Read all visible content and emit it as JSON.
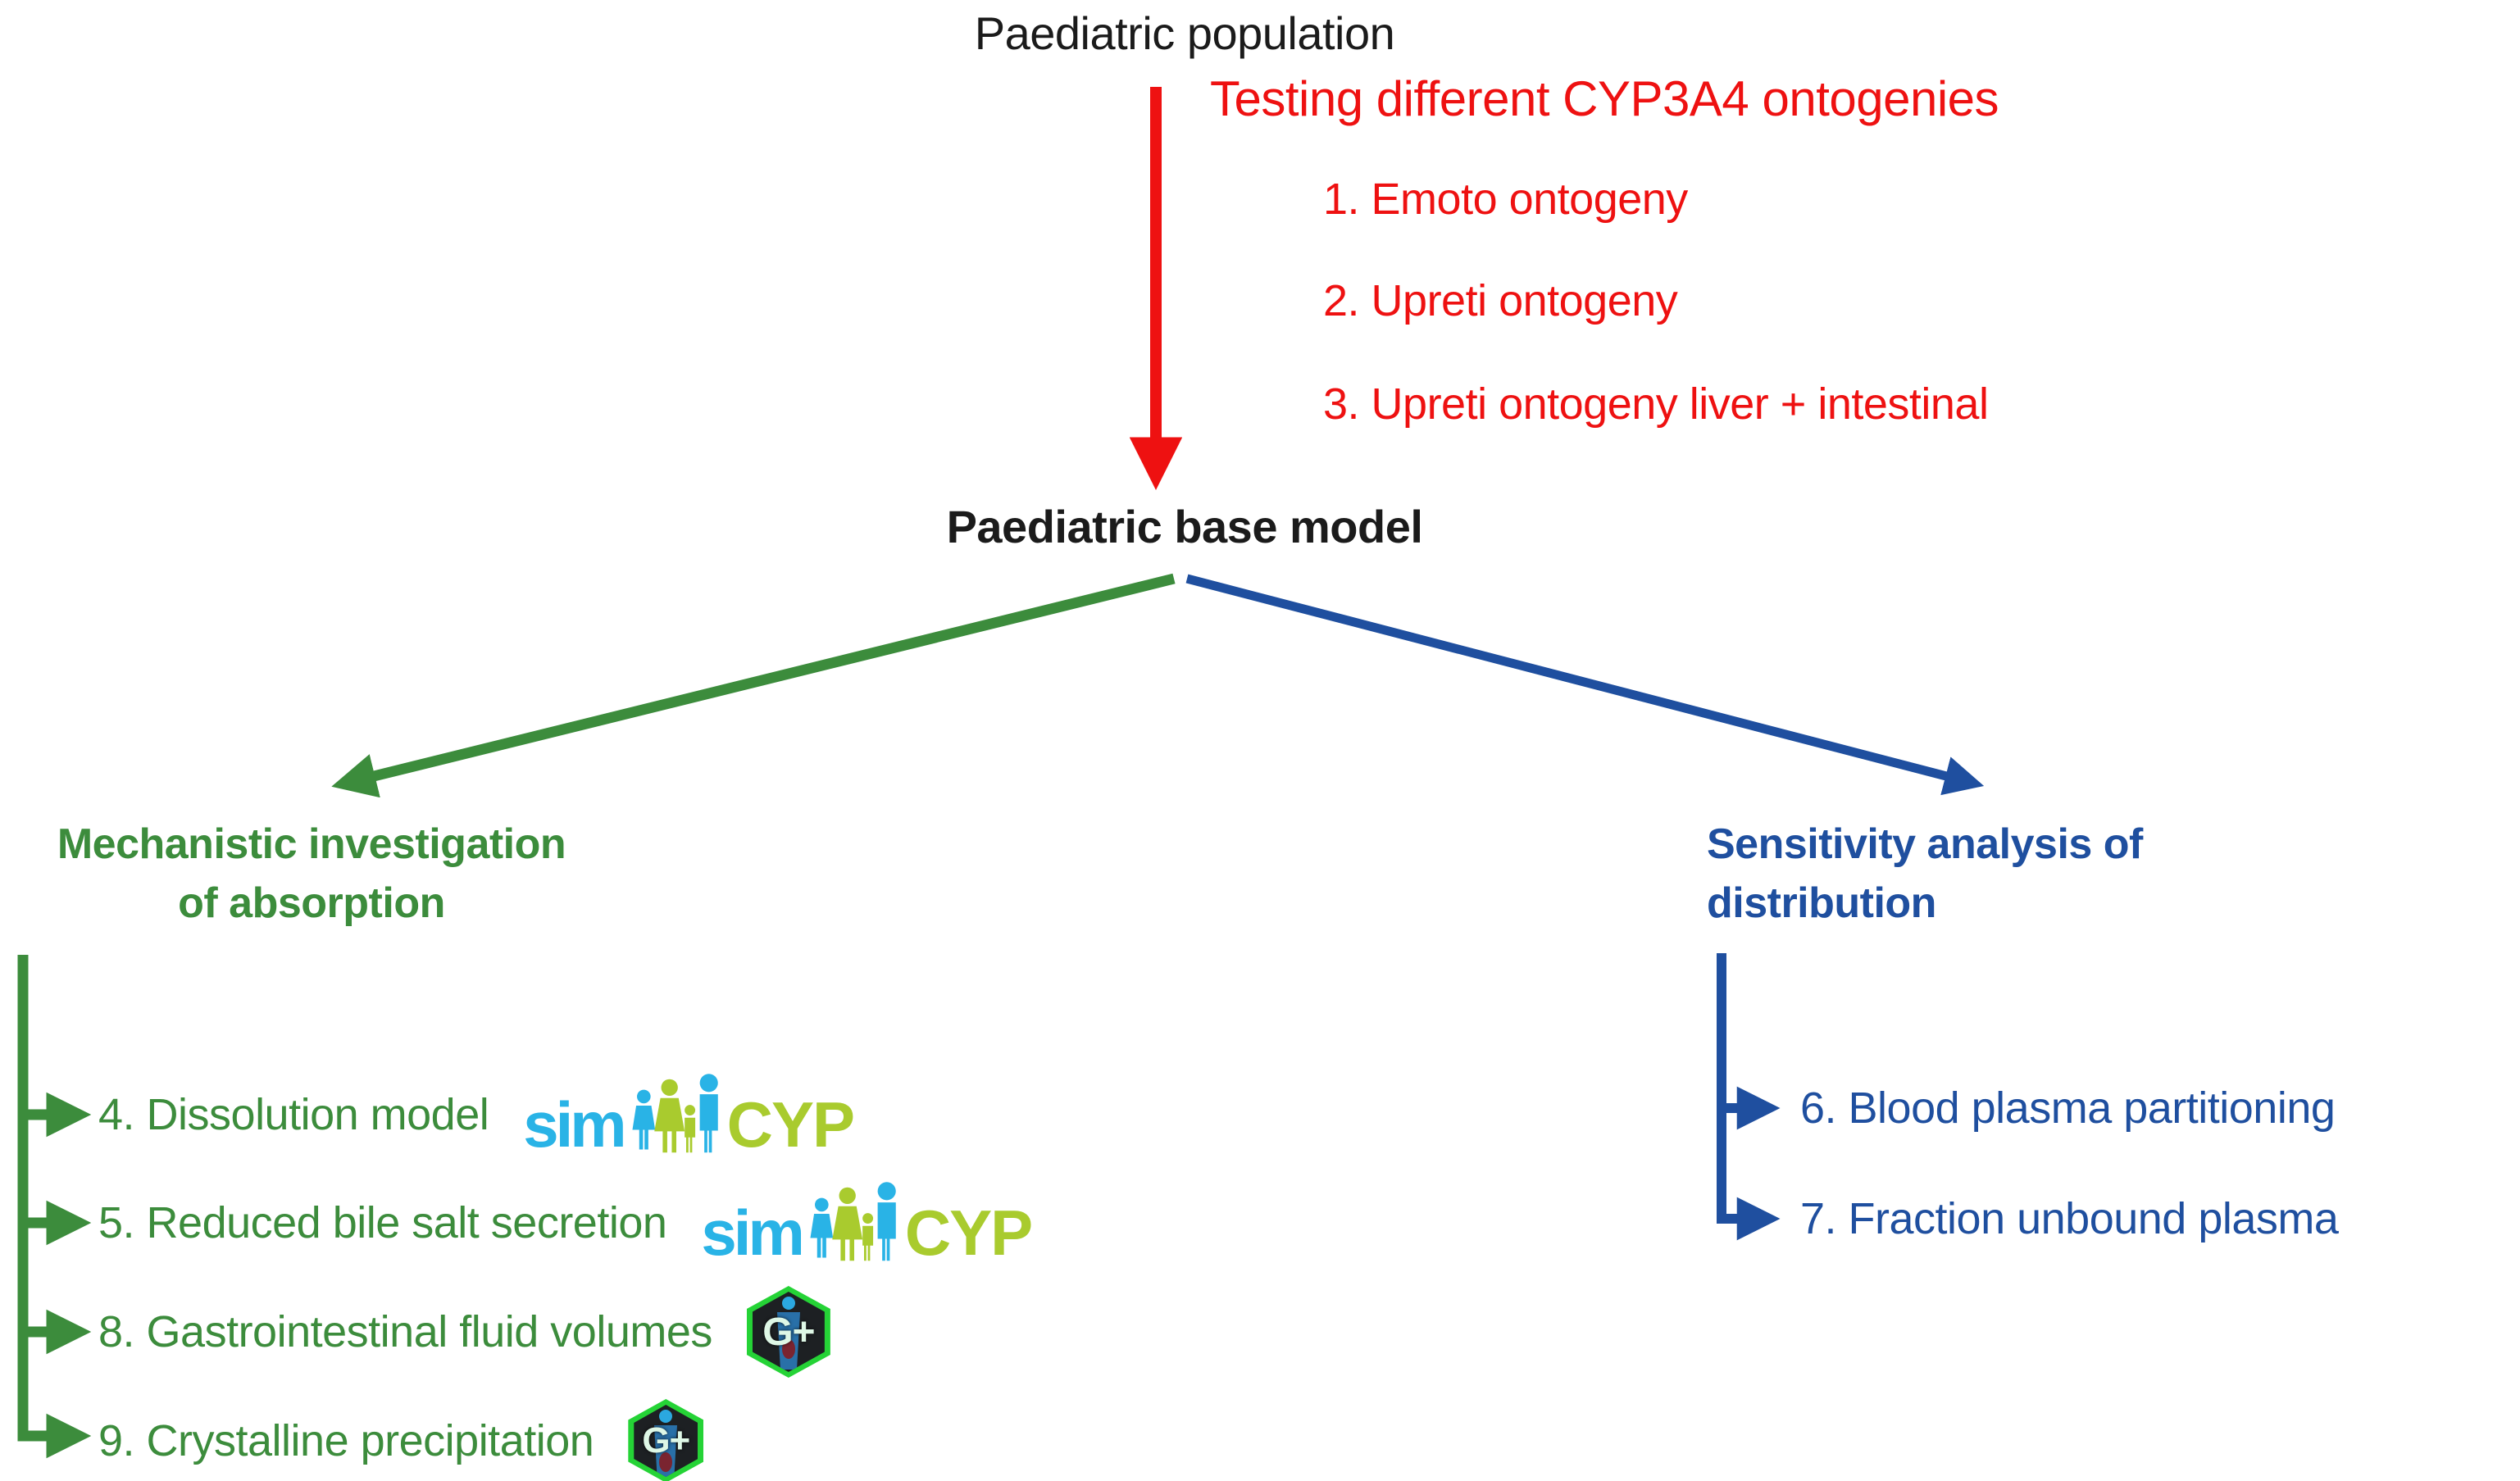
{
  "diagram": {
    "background": "#ffffff",
    "colors": {
      "root_text": "#1b1b1b",
      "ontogeny_red": "#ee1111",
      "absorption_green": "#3c8c3c",
      "distribution_blue": "#1f4f9f"
    },
    "root": {
      "label": "Paediatric population"
    },
    "ontogeny_branch": {
      "heading": "Testing different CYP3A4 ontogenies",
      "items": [
        {
          "label": "1. Emoto ontogeny"
        },
        {
          "label": "2. Upreti ontogeny"
        },
        {
          "label": "3. Upreti ontogeny liver + intestinal"
        }
      ]
    },
    "base_model": {
      "label": "Paediatric base model"
    },
    "absorption_branch": {
      "heading_line1": "Mechanistic investigation",
      "heading_line2": "of absorption",
      "items": [
        {
          "label": "4. Dissolution model",
          "badge": "simcyp-logo"
        },
        {
          "label": "5. Reduced bile salt secretion",
          "badge": "simcyp-logo"
        },
        {
          "label": "8. Gastrointestinal fluid volumes",
          "badge": "gastroplus-icon"
        },
        {
          "label": "9. Crystalline precipitation",
          "badge": "gastroplus-icon"
        }
      ]
    },
    "distribution_branch": {
      "heading_line1": "Sensitivity analysis of",
      "heading_line2": "distribution",
      "items": [
        {
          "label": "6. Blood plasma partitioning"
        },
        {
          "label": "7. Fraction unbound plasma"
        }
      ]
    },
    "logos": {
      "simcyp": {
        "sim": "sim",
        "cyp": "CYP",
        "sim_color": "#29b3e6",
        "cyp_color": "#a9cb2e"
      },
      "gastroplus": {
        "label": "G+",
        "border_color": "#25d336"
      }
    }
  }
}
